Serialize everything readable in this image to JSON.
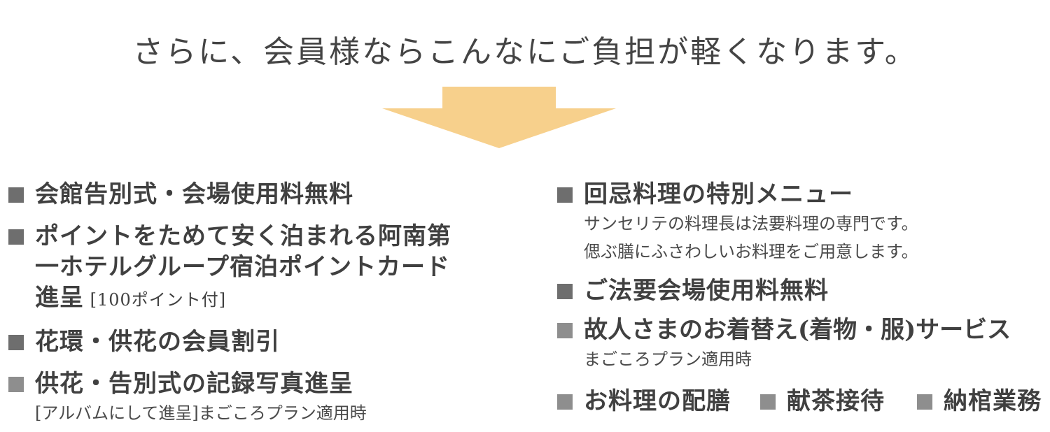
{
  "headline": "さらに、会員様ならこんなにご負担が軽くなります。",
  "colors": {
    "arrow": "#f7d08c",
    "text": "#404040",
    "bullet": "#6e6e6e",
    "bullet_light": "#8e8e8e"
  },
  "icons": {
    "arrow": "down-arrow-icon",
    "bullet": "square-bullet-icon"
  },
  "left": {
    "items": [
      {
        "title": "会館告別式・会場使用料無料"
      },
      {
        "title_line1": "ポイントをためて安く泊まれる阿南第",
        "title_line2": "一ホテルグループ宿泊ポイントカード",
        "title_line3": "進呈",
        "title_note": " [100ポイント付]"
      },
      {
        "title": "花環・供花の会員割引"
      },
      {
        "title": "供花・告別式の記録写真進呈",
        "sub": "[アルバムにして進呈]まごころプラン適用時"
      }
    ]
  },
  "right": {
    "items": [
      {
        "title": "回忌料理の特別メニュー",
        "sub1": "サンセリテの料理長は法要料理の専門です。",
        "sub2": "偲ぶ膳にふさわしいお料理をご用意します。"
      },
      {
        "title": "ご法要会場使用料無料"
      },
      {
        "title": "故人さまのお着替え(着物・服)サービス",
        "sub": "まごころプラン適用時"
      }
    ],
    "triple": [
      "お料理の配膳",
      "献茶接待",
      "納棺業務"
    ]
  }
}
